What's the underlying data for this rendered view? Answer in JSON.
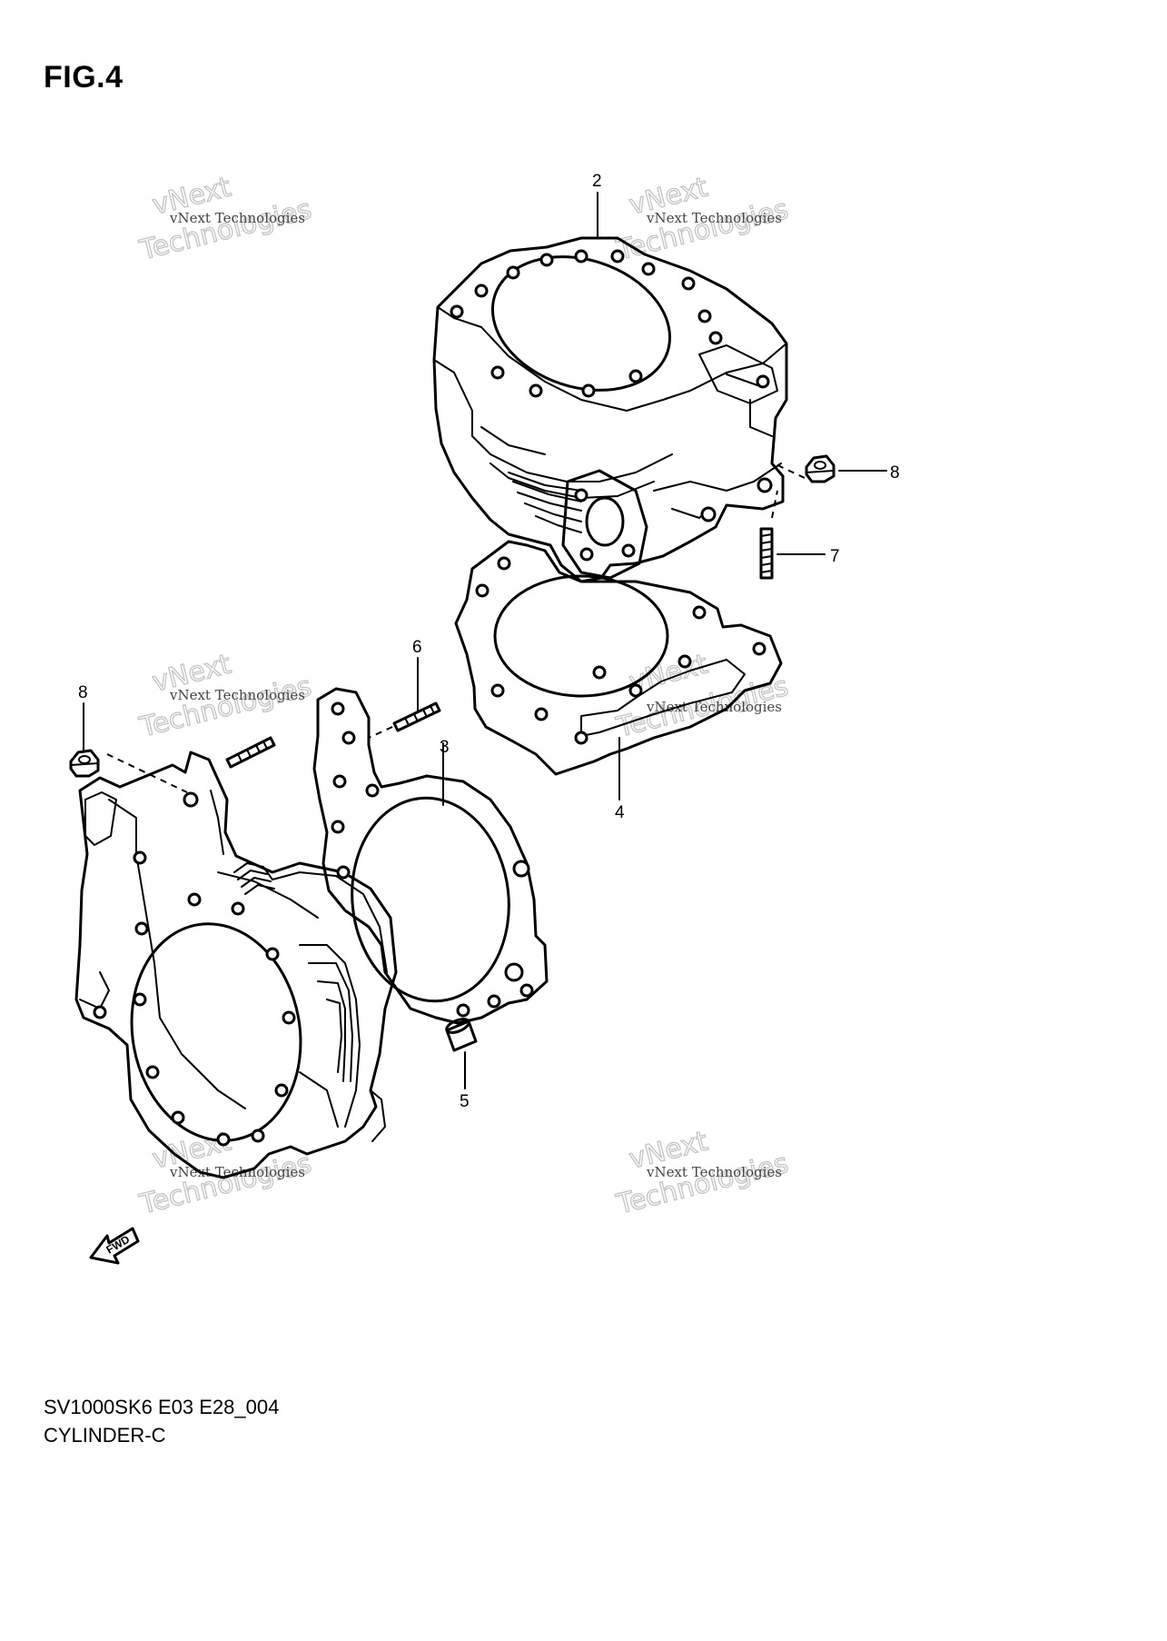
{
  "figure": {
    "title": "FIG.4",
    "code": "SV1000SK6 E03 E28_004",
    "name": "CYLINDER-C"
  },
  "callouts": [
    "2",
    "8",
    "7",
    "6",
    "3",
    "4",
    "8",
    "5"
  ],
  "watermark": {
    "line1": "vNext",
    "line2": "vNext Technologies",
    "line3": "Technologies"
  },
  "fwd_label": "FWD"
}
